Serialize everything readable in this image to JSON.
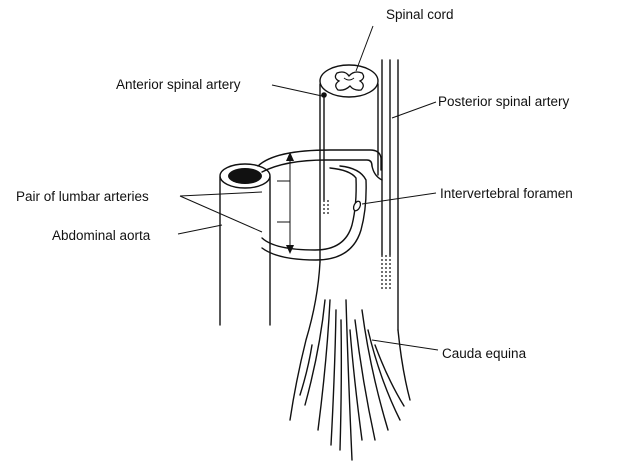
{
  "labels": {
    "spinal_cord": "Spinal cord",
    "anterior_spinal_artery": "Anterior spinal artery",
    "posterior_spinal_artery": "Posterior spinal artery",
    "pair_of_lumbar_arteries": "Pair of lumbar arteries",
    "intervertebral_foramen": "Intervertebral foramen",
    "abdominal_aorta": "Abdominal aorta",
    "cauda_equina": "Cauda equina"
  }
}
